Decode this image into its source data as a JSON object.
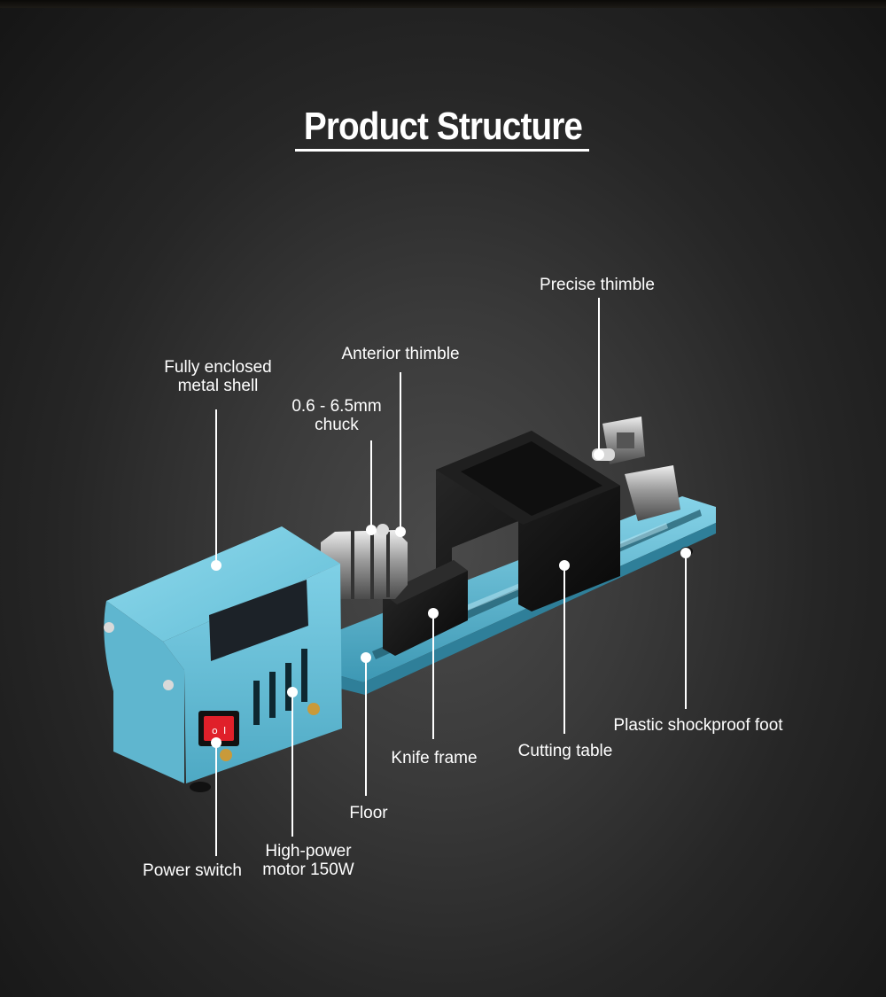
{
  "title": "Product Structure",
  "colors": {
    "body": "#6cc4dd",
    "accent_switch": "#e0202a",
    "frame": "#111111",
    "text": "#ffffff"
  },
  "labels": {
    "precise_thimble": "Precise thimble",
    "anterior_thimble": "Anterior thimble",
    "metal_shell_line1": "Fully enclosed",
    "metal_shell_line2": "metal shell",
    "chuck_line1": "0.6 - 6.5mm",
    "chuck_line2": "chuck",
    "shockproof_foot": "Plastic shockproof foot",
    "knife_frame": "Knife frame",
    "cutting_table": "Cutting table",
    "floor": "Floor",
    "power_switch": "Power switch",
    "motor_line1": "High-power",
    "motor_line2": "motor 150W"
  }
}
